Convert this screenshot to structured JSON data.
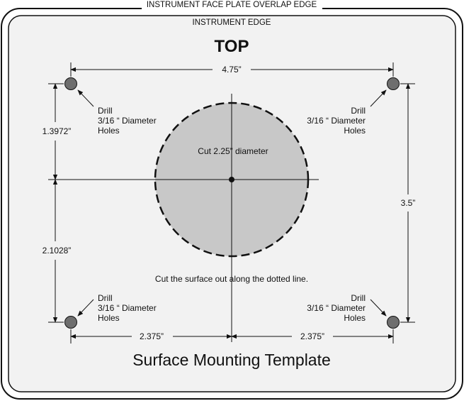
{
  "labels": {
    "outer_edge": "INSTRUMENT FACE PLATE OVERLAP EDGE",
    "inner_edge": "INSTRUMENT EDGE",
    "top": "TOP",
    "cut_diameter": "Cut 2.25” diameter",
    "cut_instruction": "Cut the surface out along the dotted line.",
    "footer_title": "Surface Mounting Template"
  },
  "dimensions": {
    "width_top": "4.75”",
    "height_right": "3.5”",
    "upper_left": "1.3972”",
    "lower_left": "2.1028”",
    "bottom_left": "2.375”",
    "bottom_right": "2.375”"
  },
  "holes": {
    "line1": "Drill",
    "line2": "3/16 “ Diameter",
    "line3": "Holes"
  },
  "colors": {
    "plate": "#f2f2f2",
    "cutout": "#c8c8c8",
    "hole": "#6e6e6e",
    "ink": "#111111"
  }
}
